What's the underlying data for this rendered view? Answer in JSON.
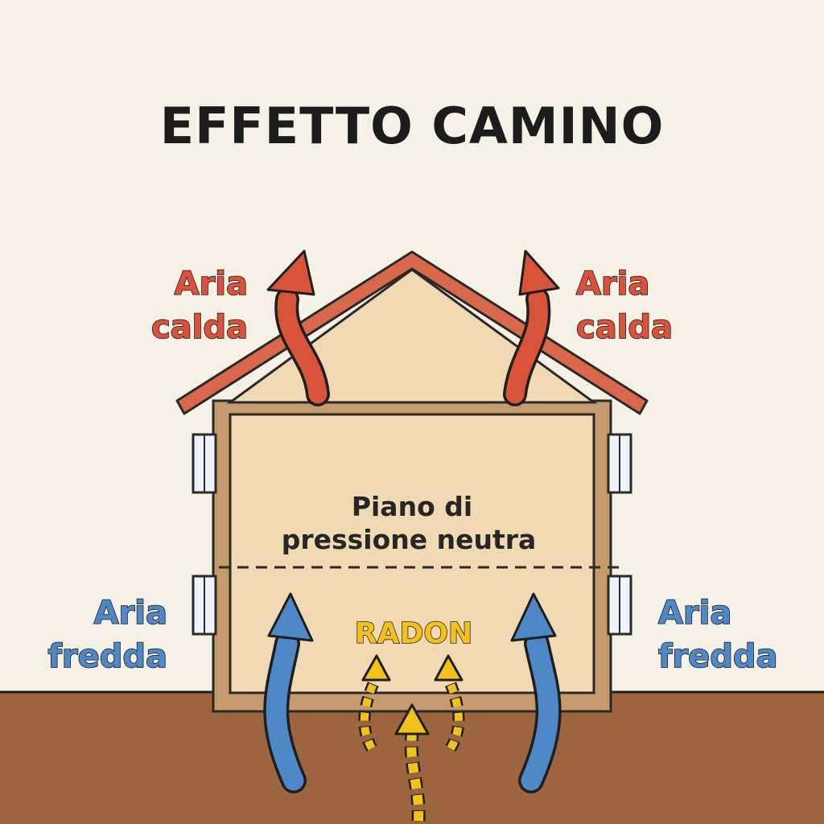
{
  "title": "EFFETTO CAMINO",
  "labels": {
    "warm_air_left": [
      "Aria",
      "calda"
    ],
    "warm_air_right": [
      "Aria",
      "calda"
    ],
    "cold_air_left": [
      "Aria",
      "fredda"
    ],
    "cold_air_right": [
      "Aria",
      "fredda"
    ],
    "neutral_plane": [
      "Piano di",
      "pressione neutra"
    ],
    "radon": "RADON"
  },
  "colors": {
    "background": "#f6f1e6",
    "ground": "#9c653f",
    "house_interior": "#f0d9b3",
    "wall": "#c59a6c",
    "roof": "#d9674a",
    "warm_air": "#d9533b",
    "cold_air": "#4f88c6",
    "radon": "#f2c21a"
  }
}
